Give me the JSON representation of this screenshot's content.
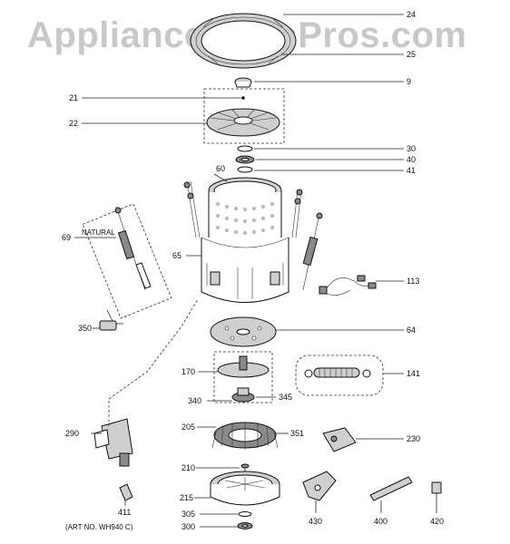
{
  "watermark": "AppliancePartsPros.com",
  "callouts": {
    "c24": "24",
    "c25": "25",
    "c9": "9",
    "c21": "21",
    "c22": "22",
    "c30": "30",
    "c40": "40",
    "c41": "41",
    "c60": "60",
    "c69": "69",
    "c65": "65",
    "c113": "113",
    "c350": "350",
    "c64": "64",
    "c170": "170",
    "c141": "141",
    "c340": "340",
    "c345": "345",
    "c290": "290",
    "c205": "205",
    "c351": "351",
    "c230": "230",
    "c210": "210",
    "c411": "411",
    "c215": "215",
    "c305": "305",
    "c300": "300",
    "c430": "430",
    "c400": "400",
    "c420": "420"
  },
  "labels": {
    "natural": "NATURAL",
    "art_no": "(ART NO. WH940 C)"
  }
}
